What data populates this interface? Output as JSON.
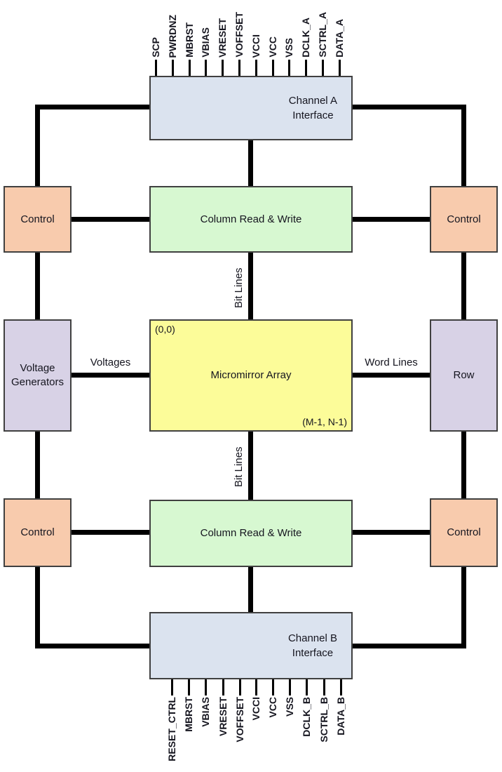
{
  "pins": {
    "top": [
      "SCP",
      "PWRDNZ",
      "MBRST",
      "VBIAS",
      "VRESET",
      "VOFFSET",
      "VCCI",
      "VCC",
      "VSS",
      "DCLK_A",
      "SCTRL_A",
      "DATA_A"
    ],
    "bottom": [
      "RESET_CTRL",
      "MBRST",
      "VBIAS",
      "VRESET",
      "VOFFSET",
      "VCCI",
      "VCC",
      "VSS",
      "DCLK_B",
      "SCTRL_B",
      "DATA_B"
    ]
  },
  "blocks": {
    "channel_a": {
      "label_line1": "Channel A",
      "label_line2": "Interface"
    },
    "channel_b": {
      "label_line1": "Channel B",
      "label_line2": "Interface"
    },
    "column_read_write": {
      "label": "Column Read & Write"
    },
    "control": {
      "label": "Control"
    },
    "voltage_generators": {
      "label_line1": "Voltage",
      "label_line2": "Generators"
    },
    "row": {
      "label": "Row"
    },
    "micromirror_array": {
      "label": "Micromirror Array",
      "origin_label": "(0,0)",
      "extent_label": "(M-1, N-1)"
    }
  },
  "bus_labels": {
    "voltages": "Voltages",
    "word_lines": "Word Lines",
    "bit_lines": "Bit Lines"
  },
  "colors": {
    "interface_fill": "#dbe3ef",
    "column_rw_fill": "#d7f8d1",
    "control_fill": "#f8cbad",
    "generator_fill": "#d8d2e6",
    "array_fill": "#fcfc99",
    "line": "#000000",
    "border": "#404040"
  }
}
